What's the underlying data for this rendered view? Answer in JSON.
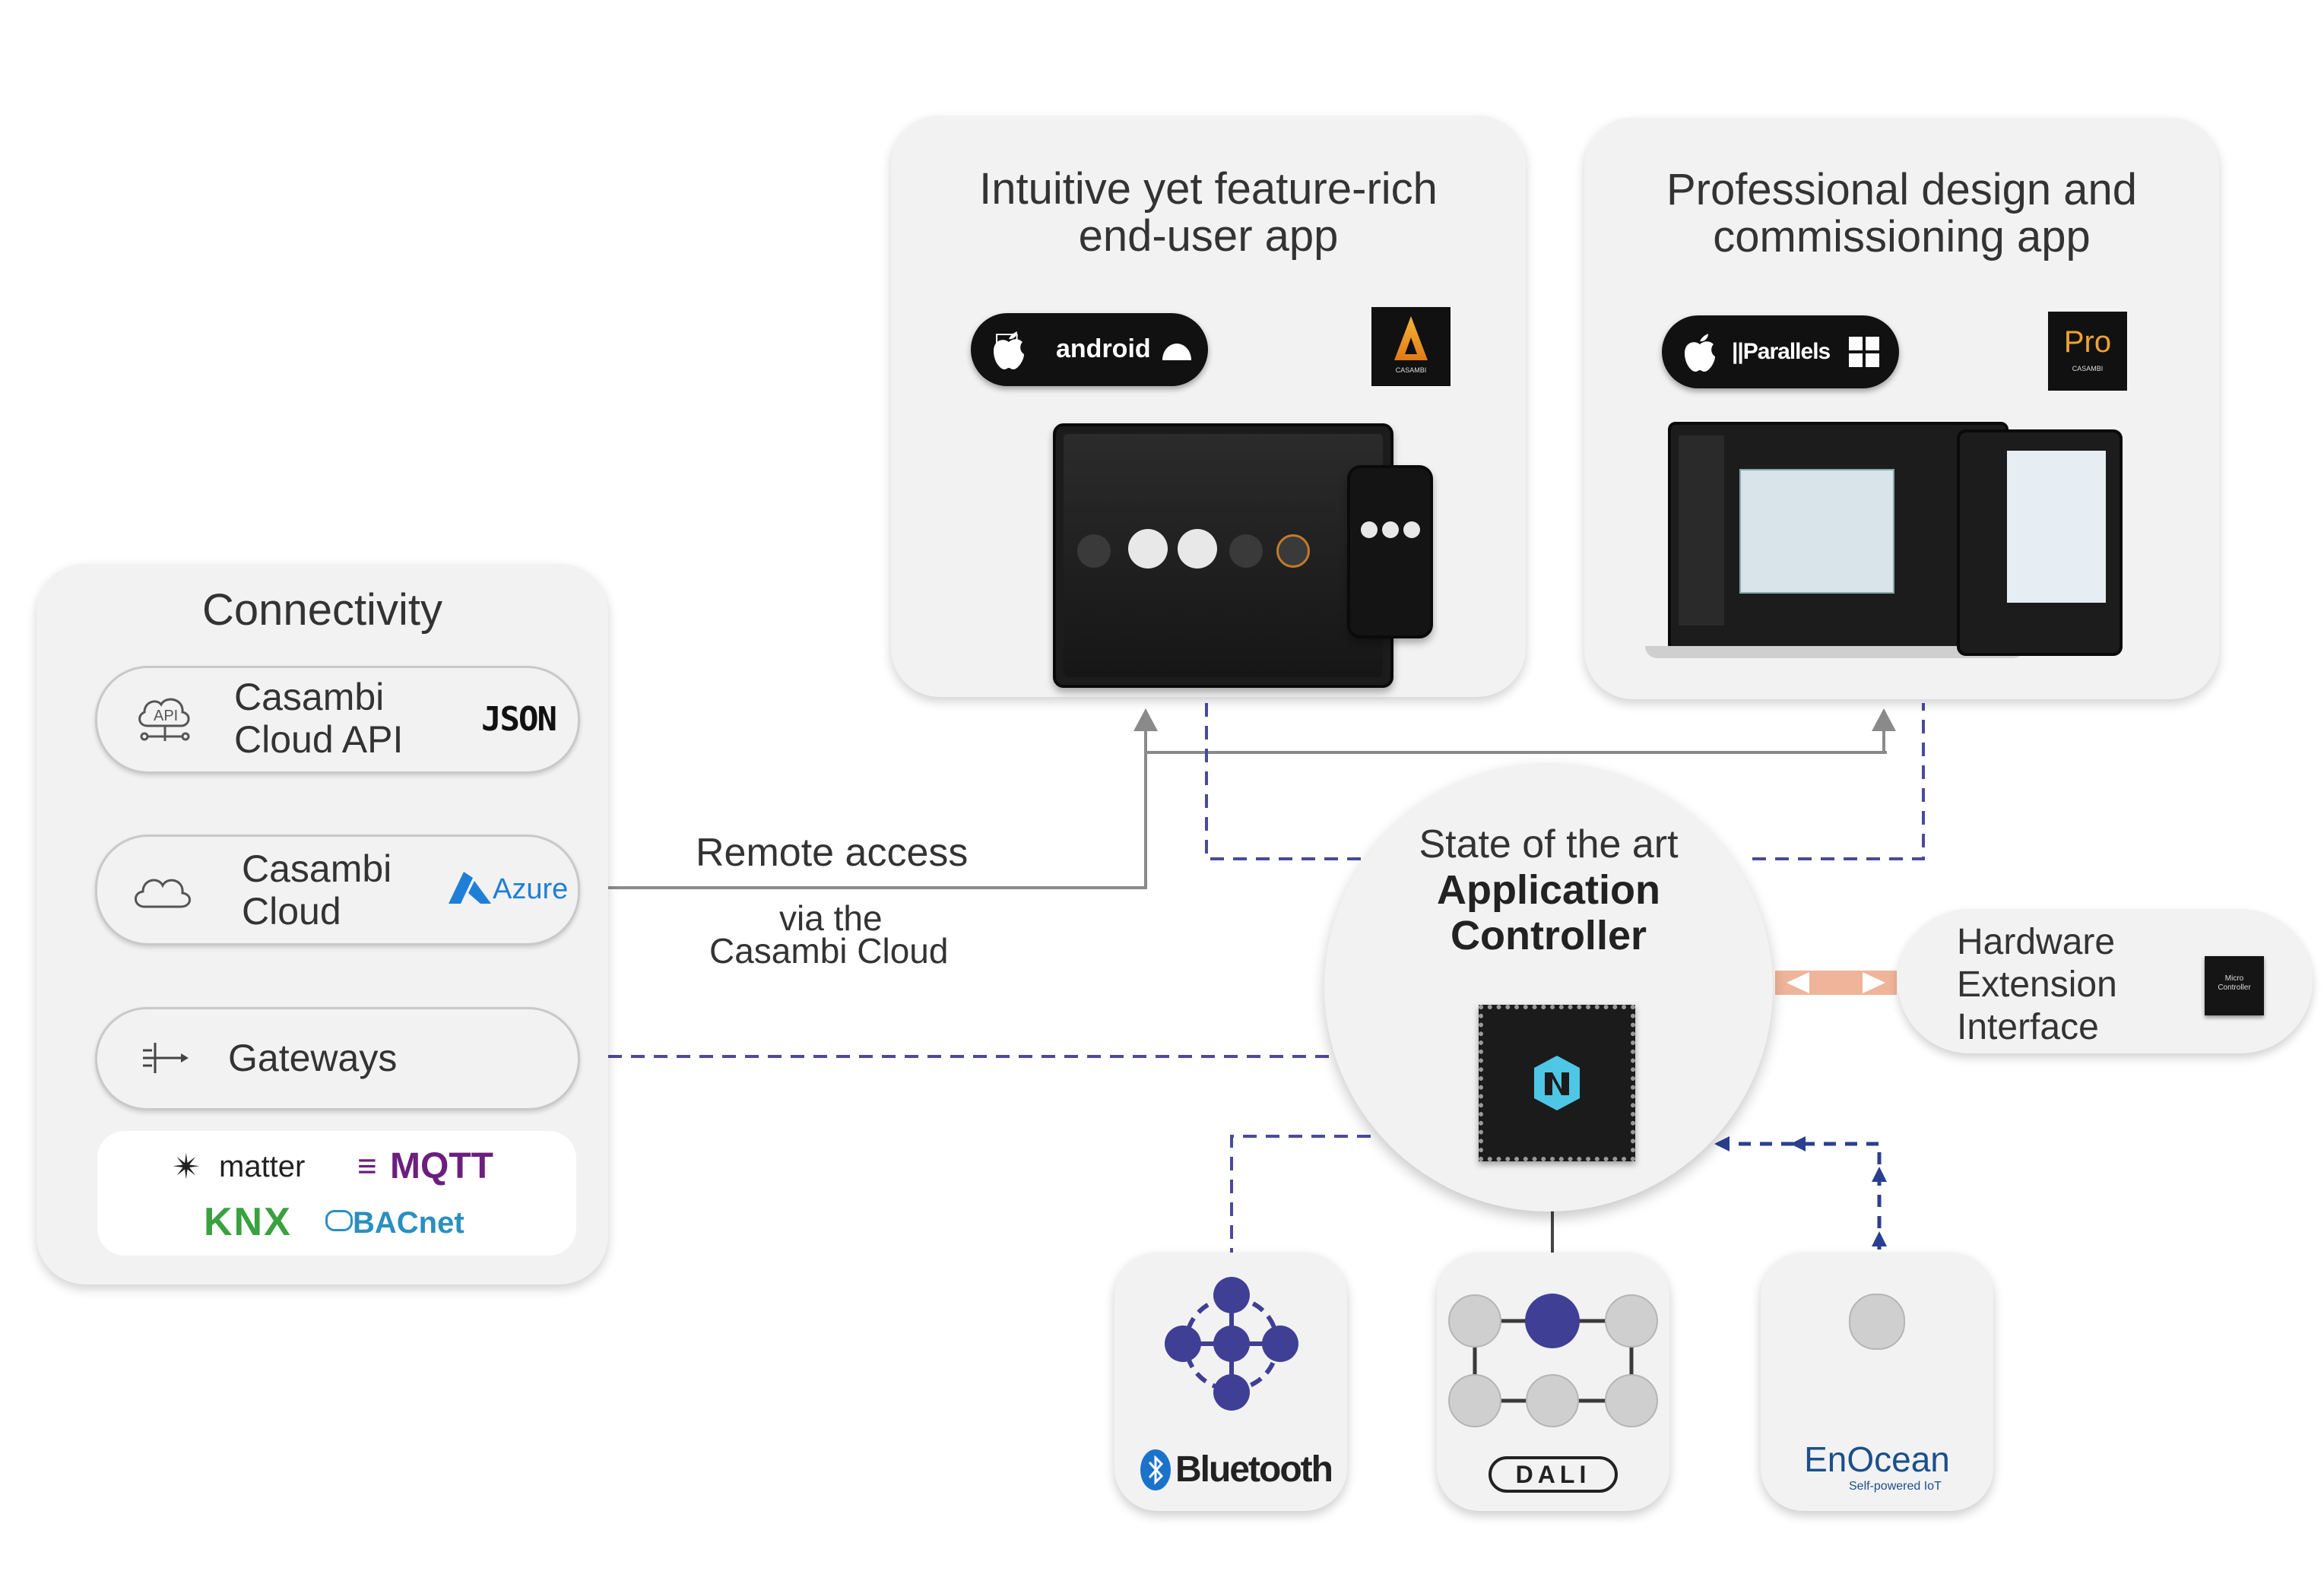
{
  "apps": {
    "enduser": {
      "title_line1": "Intuitive yet feature-rich",
      "title_line2": "end-user app",
      "platform_label": "android",
      "logo_text": "CASAMBI"
    },
    "pro": {
      "title_line1": "Professional design and",
      "title_line2": "commissioning app",
      "platform_label": "||Parallels",
      "logo_text": "Pro",
      "logo_subtext": "CASAMBI"
    }
  },
  "connectivity": {
    "title": "Connectivity",
    "api": {
      "line1": "Casambi",
      "line2": "Cloud API",
      "badge": "JSON",
      "icon_text": "API"
    },
    "cloud": {
      "line1": "Casambi",
      "line2": "Cloud",
      "badge": "Azure"
    },
    "gateways": {
      "label": "Gateways"
    },
    "protocols": {
      "matter": "matter",
      "mqtt": "MQTT",
      "knx": "KNX",
      "bacnet": "BACnet"
    }
  },
  "remote": {
    "line1": "Remote access",
    "line2": "via the",
    "line3": "Casambi Cloud"
  },
  "controller": {
    "line1": "State of the art",
    "line2": "Application",
    "line3": "Controller"
  },
  "hardware": {
    "line1": "Hardware",
    "line2": "Extension",
    "line3": "Interface",
    "chip_label": "Micro Controller"
  },
  "technologies": {
    "bluetooth": "Bluetooth",
    "dali": "DALI",
    "enocean": "EnOcean",
    "enocean_tagline": "Self-powered IoT"
  },
  "colors": {
    "dash_blue": "#4a4a9c",
    "node_blue": "#3f3f96",
    "node_gray": "#cfcfcf",
    "azure_blue": "#1f7fd6",
    "mqtt_purple": "#6b1f7c",
    "knx_green": "#3aa140",
    "bacnet_blue": "#2b8fbf",
    "orange_link": "#efb49a",
    "chip_cyan": "#4ec6e6"
  }
}
